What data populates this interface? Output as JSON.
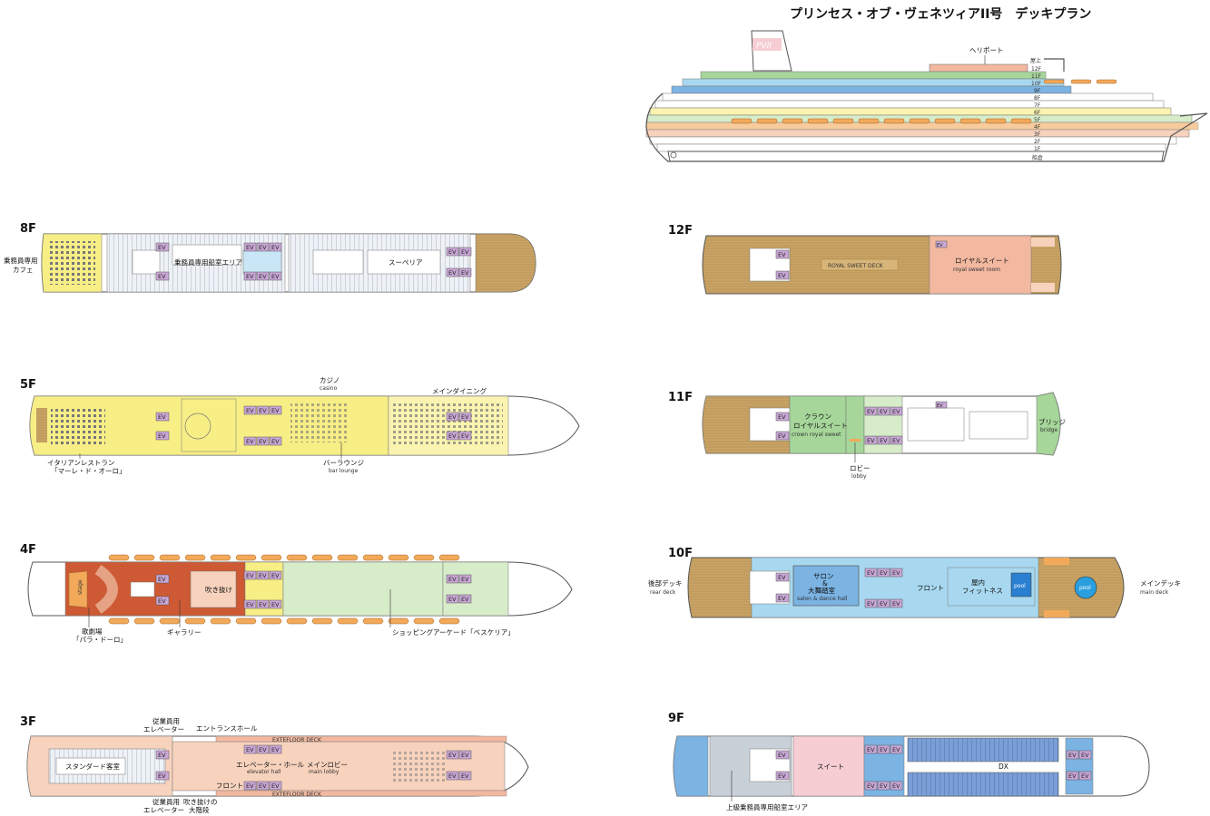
{
  "title": "プリンセス・オブ・ヴェネツィアII号　デッキプラン",
  "profile": {
    "logo": "PVII",
    "heliport": "ヘリポート",
    "floors": [
      "屋上",
      "12F",
      "11F",
      "10F",
      "9F",
      "8F",
      "7F",
      "6F",
      "5F",
      "4F",
      "3F",
      "2F",
      "1F"
    ],
    "hold": "船倉"
  },
  "ev": "EV",
  "deck8": {
    "label": "8F",
    "crew_cafe": [
      "乗務員専用",
      "カフェ"
    ],
    "crew_area": "乗務員専用船室エリア",
    "superior": "スーペリア"
  },
  "deck5": {
    "label": "5F",
    "casino": [
      "カジノ",
      "casino"
    ],
    "main_dining": "メインダイニング",
    "italian": [
      "イタリアンレストラン",
      "「マーレ・ド・オーロ」"
    ],
    "bar": [
      "バーラウンジ",
      "bar lounge"
    ]
  },
  "deck4": {
    "label": "4F",
    "stage": "stage",
    "atrium": "吹き抜け",
    "theater": [
      "歌劇場",
      "「パラ・ドーロ」"
    ],
    "gallery": "ギャラリー",
    "shopping": "ショッピングアーケード「ベスケリア」"
  },
  "deck3": {
    "label": "3F",
    "staff_ev_top": [
      "従業員用",
      "エレベーター"
    ],
    "entrance": "エントランスホール",
    "exterior": "EXTEFLOOR DECK",
    "standard": "スタンダード客室",
    "elevator_hall": [
      "エレベーター・ホール",
      "elevator hall"
    ],
    "main_lobby": [
      "メインロビー",
      "main lobby"
    ],
    "front": "フロント",
    "staff_ev_bottom": [
      "従業員用",
      "エレベーター"
    ],
    "atrium_stair": [
      "吹き抜けの",
      "大階段"
    ]
  },
  "deck12": {
    "label": "12F",
    "royal_deck": "ROYAL SWEET DECK",
    "royal_suite": [
      "ロイヤルスイート",
      "royal sweet room"
    ]
  },
  "deck11": {
    "label": "11F",
    "crown": [
      "クラウン",
      "ロイヤルスイート",
      "crown royal sweet"
    ],
    "bridge": [
      "ブリッジ",
      "bridge"
    ],
    "lobby": [
      "ロビー",
      "lobby"
    ]
  },
  "deck10": {
    "label": "10F",
    "rear_deck": [
      "後部デッキ",
      "rear deck"
    ],
    "salon": [
      "サロン",
      "&",
      "大舞踏室",
      "salon & dance hall"
    ],
    "front": "フロント",
    "fitness": [
      "屋内",
      "フィットネス"
    ],
    "pool": "pool",
    "main_deck": [
      "メインデッキ",
      "main deck"
    ]
  },
  "deck9": {
    "label": "9F",
    "suite": "スイート",
    "dx": "DX",
    "senior_crew": "上級乗務員専用船室エリア"
  },
  "colors": {
    "yellow": "#f7ee86",
    "light_yellow": "#faf4b0",
    "wood": "#c9a466",
    "blue": "#7bb3e3",
    "light_blue": "#a8d8f0",
    "green": "#a6d69a",
    "light_green": "#d7ecc9",
    "red": "#cd5a34",
    "orange": "#f2a95a",
    "salmon": "#f2b8a0",
    "peach": "#f7d2bd",
    "pink": "#f6cdd3",
    "purple": "#c9a7d6",
    "grey": "#c8d0d8"
  }
}
